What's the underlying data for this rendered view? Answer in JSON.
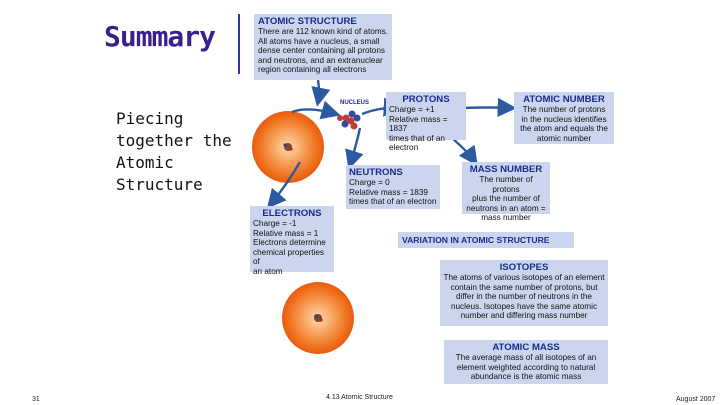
{
  "slide": {
    "title": "Summary",
    "subtitle": "Piecing together the Atomic Structure",
    "page_number": "31",
    "footer_center": "4.13 Atomic Structure",
    "footer_right": "August 2007"
  },
  "diagram": {
    "atomic_structure": {
      "heading": "ATOMIC STRUCTURE",
      "body": "There are 112 known kind of atoms.\nAll atoms have a nucleus, a small\ndense center containing all protons\nand neutrons, and an extranuclear\nregion containing all electrons"
    },
    "nucleus_label": "NUCLEUS",
    "protons": {
      "heading": "PROTONS",
      "body": "Charge = +1\nRelative mass = 1837\ntimes that of an electron"
    },
    "atomic_number": {
      "heading": "ATOMIC NUMBER",
      "body": "The number of protons\nin the nucleus identifies\nthe atom and equals the\natomic number"
    },
    "neutrons": {
      "heading": "NEUTRONS",
      "body": "Charge = 0\nRelative mass = 1839\ntimes that of an electron"
    },
    "mass_number": {
      "heading": "MASS NUMBER",
      "body": "The number of protons\nplus the number of\nneutrons in an atom =\nmass number"
    },
    "electrons": {
      "heading": "ELECTRONS",
      "body": "Charge = -1\nRelative mass = 1\nElectrons determine\nchemical properties of\nan atom"
    },
    "variation": {
      "heading": "VARIATION IN ATOMIC STRUCTURE"
    },
    "isotopes": {
      "heading": "ISOTOPES",
      "body": "The atoms of various isotopes of an element\ncontain the same number of protons, but\ndiffer in the number of neutrons in the\nnucleus. Isotopes have the same atomic\nnumber and differing mass number"
    },
    "atomic_mass": {
      "heading": "ATOMIC MASS",
      "body": "The average mass of all isotopes of an\nelement weighted according to natural\nabundance is the atomic mass"
    }
  },
  "colors": {
    "title": "#3b1f8e",
    "box_fill": "#cbd6ee",
    "heading_text": "#1a2a8a",
    "arrow": "#2c5aa0",
    "atom_orange": "#f0731e"
  }
}
